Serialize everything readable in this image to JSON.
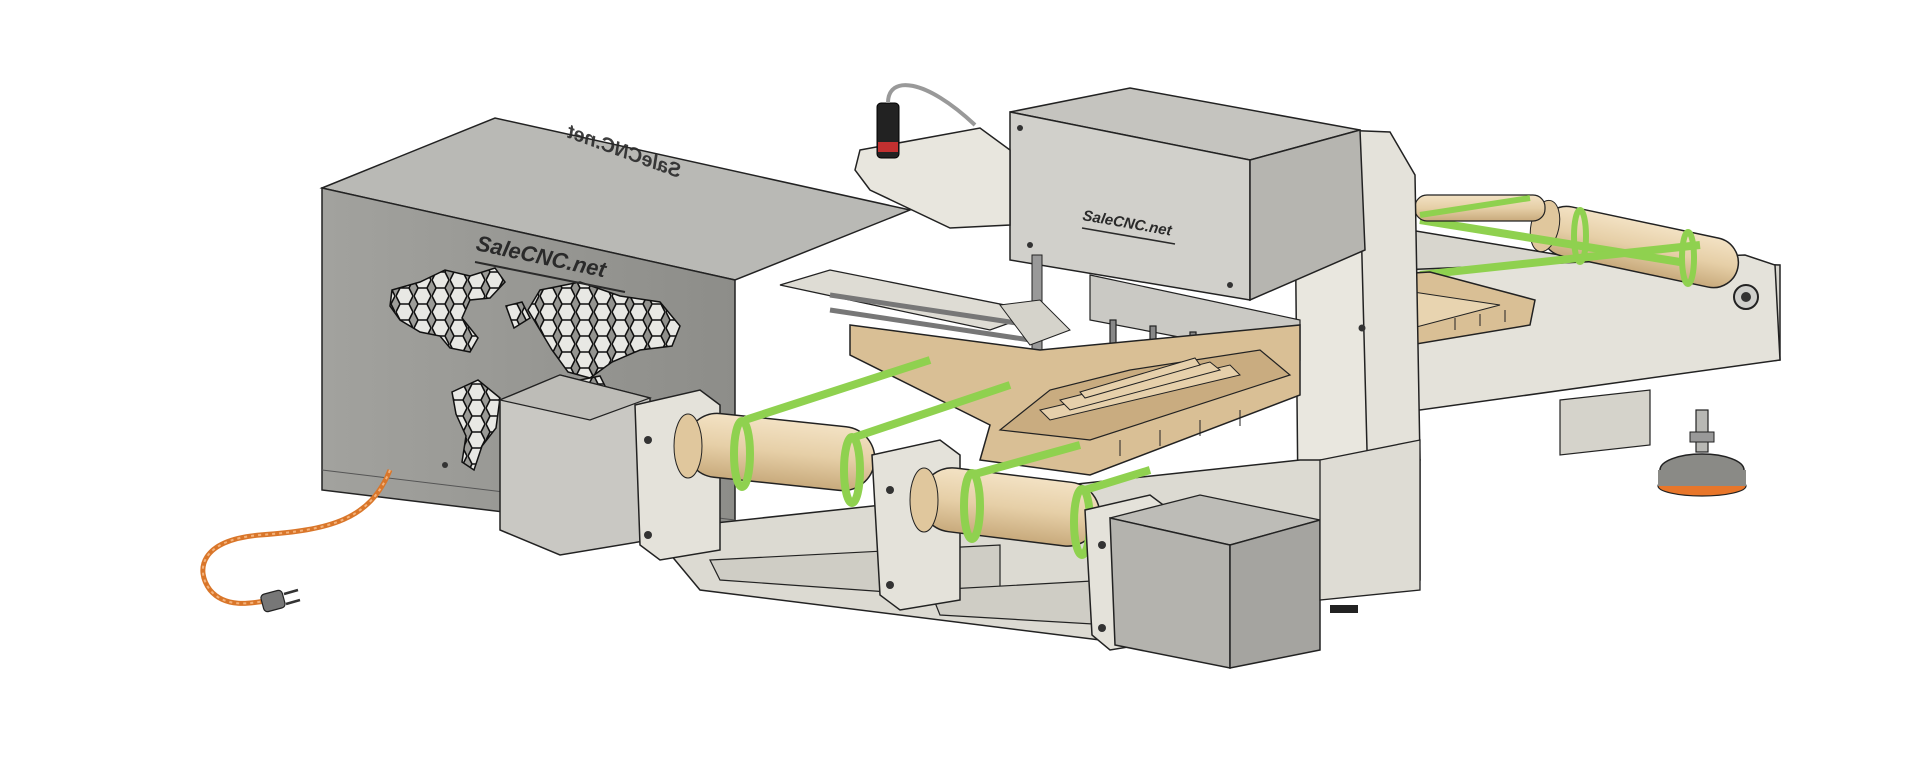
{
  "branding": {
    "cabinet_logo": "SaleCNC.net",
    "head_logo": "SaleCNC.net",
    "cabinet_top_logo": "SaleCNC.net"
  },
  "colors": {
    "cabinet": "#9c9c98",
    "frame": "#e2e0d8",
    "wood": "#d9bf95",
    "roller": "#e6cfa7",
    "belt": "#8fd14f",
    "cable": "#ee9a4a",
    "foot_pad": "#e8762a",
    "motor": "#b4b3ae"
  },
  "icons": {
    "plug": "power-plug-icon",
    "sensor": "proximity-sensor-icon",
    "map": "world-map-hexagon-vent-icon"
  }
}
